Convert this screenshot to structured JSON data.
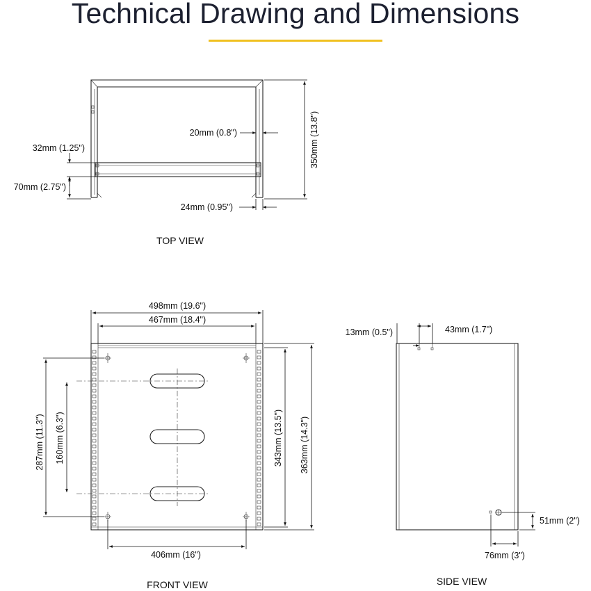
{
  "header": {
    "title": "Technical Drawing and Dimensions",
    "accent_color": "#f0c020"
  },
  "top_view": {
    "caption": "TOP VIEW",
    "dims": {
      "depth": "350mm (13.8\")",
      "rail_inset": "20mm (0.8\")",
      "rail_width": "32mm (1.25\")",
      "rail_offset": "70mm (2.75\")",
      "frame_thickness": "24mm (0.95\")"
    }
  },
  "front_view": {
    "caption": "FRONT VIEW",
    "dims": {
      "outer_width": "498mm (19.6\")",
      "rail_width": "467mm (18.4\")",
      "mount_height": "287mm (11.3\")",
      "slot_spacing": "160mm (6.3\")",
      "inner_height": "343mm (13.5\")",
      "outer_height": "363mm (14.3\")",
      "mount_width": "406mm (16\")"
    }
  },
  "side_view": {
    "caption": "SIDE VIEW",
    "dims": {
      "hole_offset": "13mm (0.5\")",
      "hole_spacing": "43mm (1.7\")",
      "lower_height": "51mm (2\")",
      "lower_offset": "76mm (3\")"
    }
  }
}
